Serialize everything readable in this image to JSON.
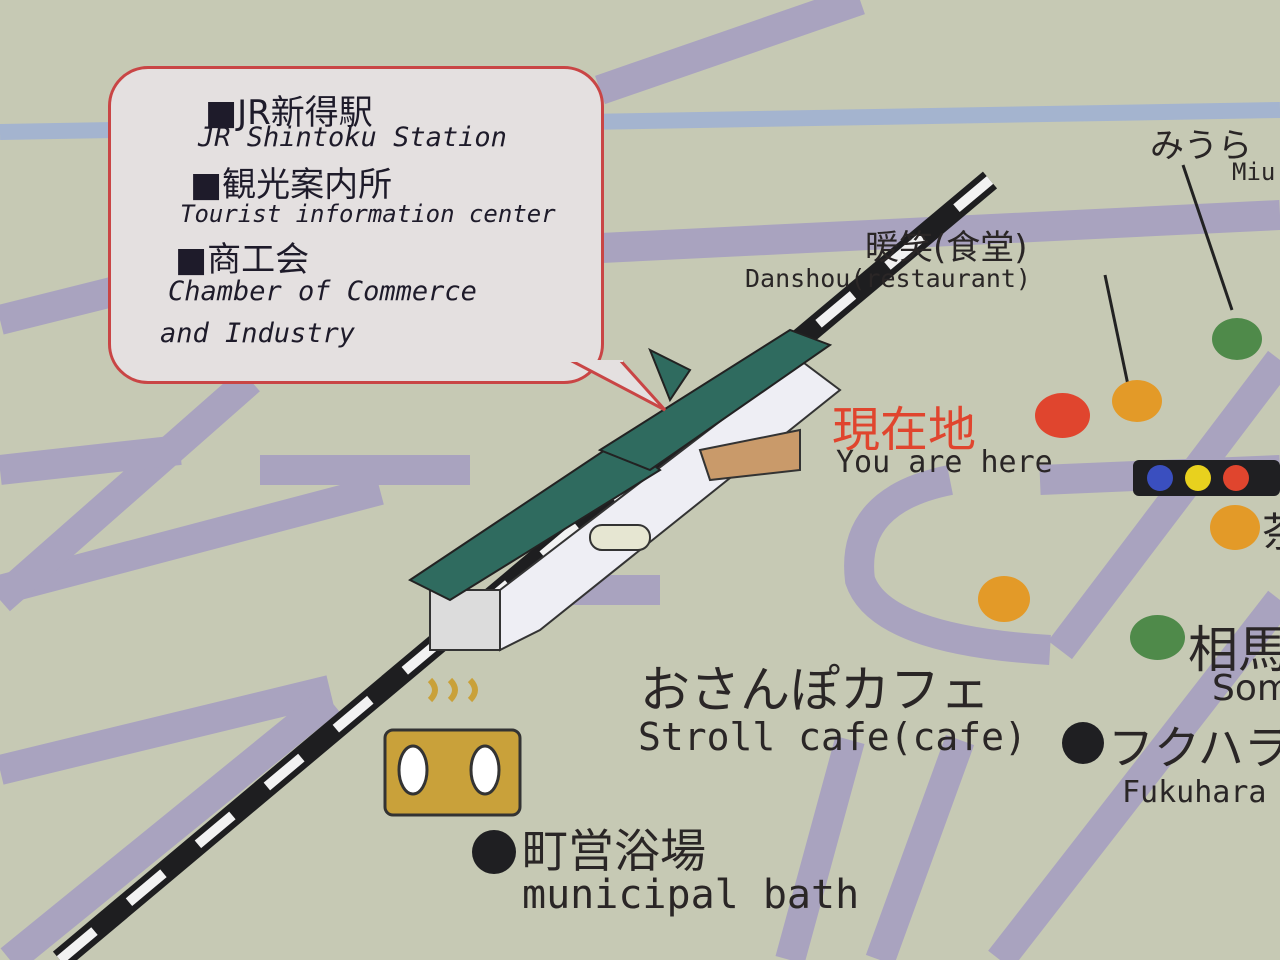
{
  "colors": {
    "background": "#c6c9b4",
    "road": "#a9a3bf",
    "road_top": "#a4b4cf",
    "bubble_border": "#c94545",
    "here_red": "#e0452e",
    "orange": "#e39a28",
    "green": "#4f8a4a",
    "black": "#1f1f22",
    "roof": "#2f6b5f"
  },
  "callout": {
    "items": [
      {
        "ja": "■JR新得駅",
        "en": "JR Shintoku Station"
      },
      {
        "ja": "■観光案内所",
        "en": "Tourist information center"
      },
      {
        "ja": "■商工会",
        "en": "Chamber of Commerce",
        "en2": "and Industry"
      }
    ]
  },
  "labels": {
    "miura_ja": "みうら",
    "miura_en": "Miu",
    "danshou_ja": "暖笑(食堂)",
    "danshou_en": "Danshou(restaurant)",
    "here_ja": "現在地",
    "here_en": "You are here",
    "cafe_ja": "おさんぽカフェ",
    "cafe_en": "Stroll cafe(cafe)",
    "souma_ja": "相馬",
    "souma_en": "Som",
    "fukuhara_ja": "フクハラ",
    "fukuhara_en": "Fukuhara",
    "bath_ja": "町営浴場",
    "bath_en": "municipal bath",
    "partial_ja": "茶"
  },
  "icons": [
    "station-building-icon",
    "hot-spring-bath-mascot-icon",
    "traffic-light-icon",
    "current-location-dot-icon"
  ]
}
